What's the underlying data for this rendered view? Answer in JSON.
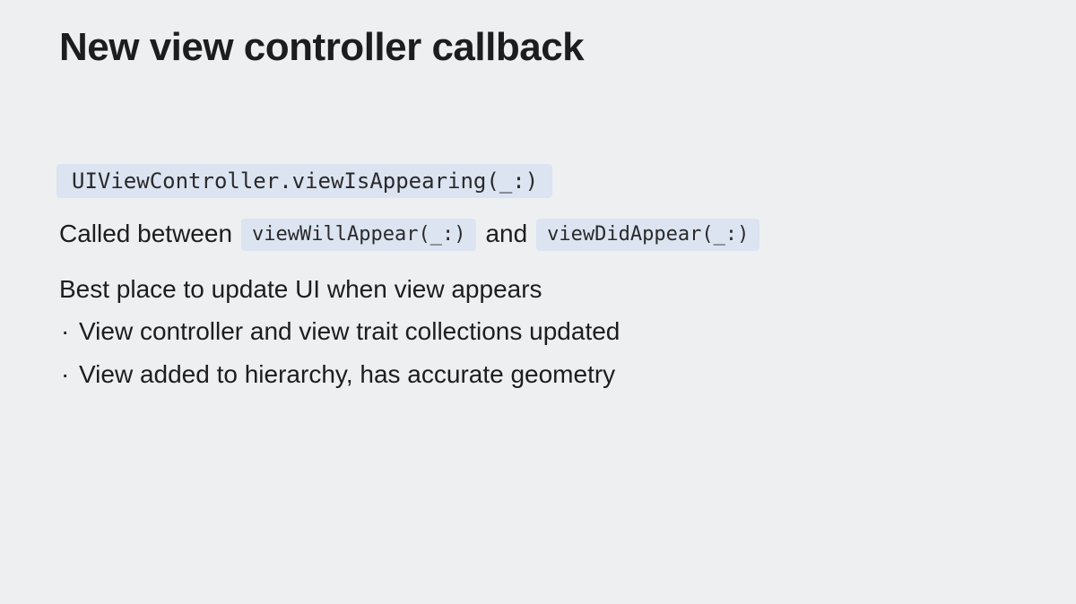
{
  "slide": {
    "title": "New view controller callback",
    "api_signature": "UIViewController.viewIsAppearing(_:)",
    "called_between": {
      "prefix": "Called between",
      "first_method": "viewWillAppear(_:)",
      "conjunction": "and",
      "second_method": "viewDidAppear(_:)"
    },
    "summary": "Best place to update UI when view appears",
    "bullet_glyph": "·",
    "bullets": [
      "View controller and view trait collections updated",
      "View added to hierarchy, has accurate geometry"
    ]
  }
}
